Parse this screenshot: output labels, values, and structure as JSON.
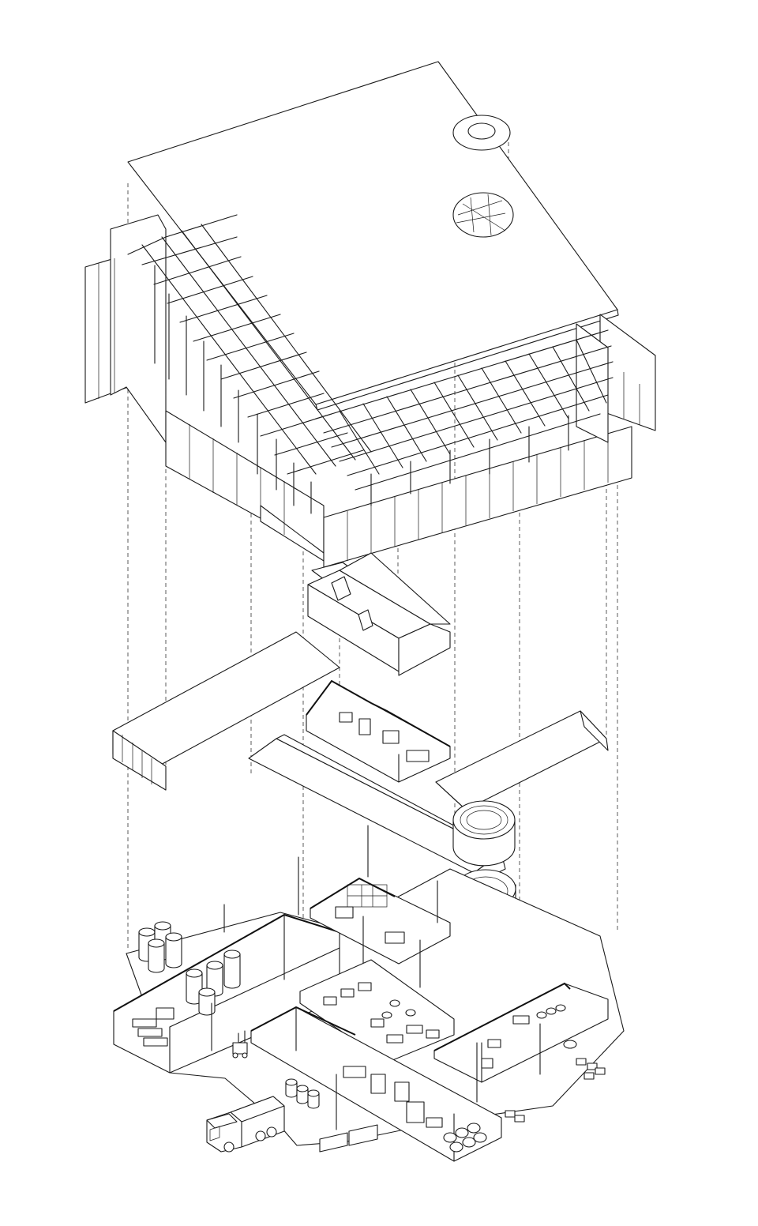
{
  "diagram": {
    "kind": "exploded axonometric architectural drawing",
    "line_color": "#1a1a1a",
    "background": "#ffffff",
    "layers": [
      {
        "name": "roof-slab",
        "features": [
          "circular-rooflight-ring",
          "circular-skylight-opening"
        ]
      },
      {
        "name": "timber-grid-structure",
        "features": [
          "roof-grid",
          "perimeter-fin-walls"
        ]
      },
      {
        "name": "gabled-roofs",
        "features": [
          "small-gable-with-skylights",
          "long-gable-left",
          "long-gable-center",
          "gable-right"
        ]
      },
      {
        "name": "ground-floor",
        "features": [
          "tank-hall",
          "office-rooms",
          "workshop-hall",
          "round-stair-towers",
          "storage-wing",
          "truck",
          "forklift",
          "pallets"
        ]
      }
    ]
  }
}
